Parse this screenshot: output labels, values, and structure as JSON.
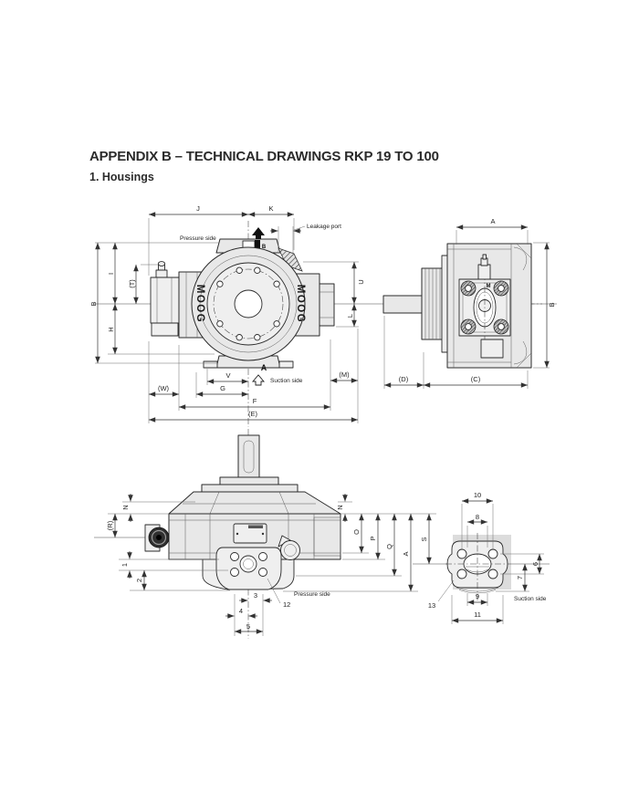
{
  "page": {
    "title": "APPENDIX B – TECHNICAL DRAWINGS RKP 19 TO 100",
    "subtitle": "1. Housings"
  },
  "colors": {
    "line": "#2b2b2b",
    "body_fill": "#e8e8e8",
    "highlight_fill": "#dcdcdc",
    "centerline": "#a3a3a3",
    "text": "#2b2b2b"
  },
  "front_view": {
    "labels": {
      "pressure_side": "Pressure side",
      "leakage_port": "Leakage port",
      "suction_side": "Suction side",
      "brand": "MOOG",
      "view_marker_top": "B",
      "view_marker_bottom": "A"
    },
    "dims": {
      "J": "J",
      "K": "K",
      "B": "B",
      "I": "I",
      "T": "(T)",
      "H": "H",
      "U": "U",
      "L": "L",
      "M": "(M)",
      "V": "V",
      "G": "G",
      "F": "F",
      "E": "(E)",
      "W": "(W)"
    }
  },
  "side_view": {
    "labels": {
      "port_marker": "M"
    },
    "dims": {
      "A": "A",
      "B": "B",
      "D": "(D)",
      "C": "(C)"
    }
  },
  "top_view": {
    "labels": {
      "pressure_side": "Pressure side"
    },
    "dims": {
      "N_left": "N",
      "R": "(R)",
      "n1": "1",
      "n2": "2",
      "n3": "3",
      "n4": "4",
      "n5": "5",
      "n12": "12",
      "N_right": "N",
      "O": "O",
      "P": "P",
      "Q": "Q",
      "A": "A"
    }
  },
  "flange_view": {
    "labels": {
      "suction_side": "Suction side"
    },
    "dims": {
      "n10": "10",
      "n8": "8",
      "S": "S",
      "n6": "6",
      "n7": "7",
      "n9": "9",
      "n11": "11",
      "n13": "13"
    }
  }
}
